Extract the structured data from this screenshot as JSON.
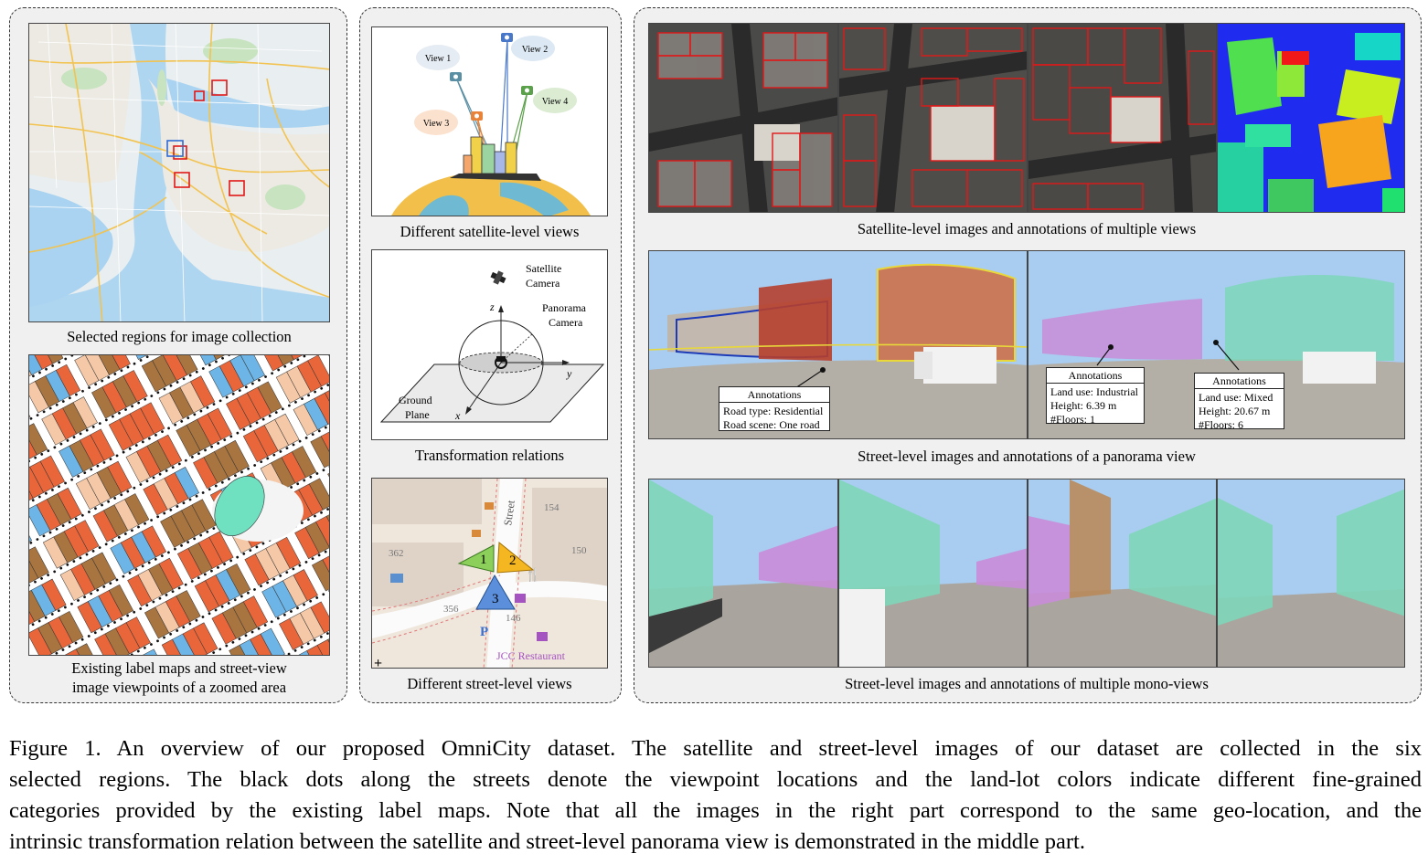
{
  "left_panel": {
    "map_caption": "Selected regions for image collection",
    "label_map_caption_line1": "Existing label maps and street-view",
    "label_map_caption_line2": "image viewpoints of a zoomed area"
  },
  "middle_panel": {
    "satellite_views_caption": "Different satellite-level views",
    "view_labels": [
      "View 1",
      "View 2",
      "View 3",
      "View 4"
    ],
    "transformation_caption": "Transformation relations",
    "satellite_camera_label": [
      "Satellite",
      "Camera"
    ],
    "panorama_camera_label": [
      "Panorama",
      "Camera"
    ],
    "ground_plane_label": [
      "Ground",
      "Plane"
    ],
    "axis_labels": {
      "z": "z",
      "y": "y",
      "x": "x"
    },
    "street_views_caption": "Different street-level views",
    "map_numbers": [
      "154",
      "362",
      "150",
      "356",
      "146"
    ],
    "map_street_label": "Street",
    "map_poi_label": "JCC Restaurant",
    "viewpoint_markers": [
      "1",
      "2",
      "3"
    ]
  },
  "right_panel": {
    "satellite_caption": "Satellite-level images and annotations of multiple views",
    "panorama_caption": "Street-level images and annotations of a panorama view",
    "mono_caption": "Street-level images and annotations of multiple mono-views",
    "annotation_road": {
      "title": "Annotations",
      "line1": "Road type: Residential",
      "line2": "Road scene: One road"
    },
    "annotation_industrial": {
      "title": "Annotations",
      "line1": "Land use: Industrial",
      "line2": "Height: 6.39 m",
      "line3": "#Floors: 1"
    },
    "annotation_mixed": {
      "title": "Annotations",
      "line1": "Land use: Mixed",
      "line2": "Height: 20.67 m",
      "line3": "#Floors: 6"
    }
  },
  "figure_caption": {
    "line1": "Figure 1.  An overview of our proposed OmniCity dataset.  The satellite and street-level images of our dataset are collected in the six",
    "line2": "selected regions.  The black dots along the streets denote the viewpoint locations and the land-lot colors indicate different fine-grained",
    "line3": "categories provided by the existing label maps.  Note that all the images in the right part correspond to the same geo-location, and the",
    "line4": "intrinsic transformation relation between the satellite and street-level panorama view is demonstrated in the middle part."
  },
  "colors": {
    "panel_bg": "#f0f0f0",
    "lot_orange": "#e8663a",
    "lot_brown": "#a8743f",
    "lot_peach": "#f5c9a8",
    "lot_blue": "#6db5e6",
    "region_red": "#e01818"
  }
}
